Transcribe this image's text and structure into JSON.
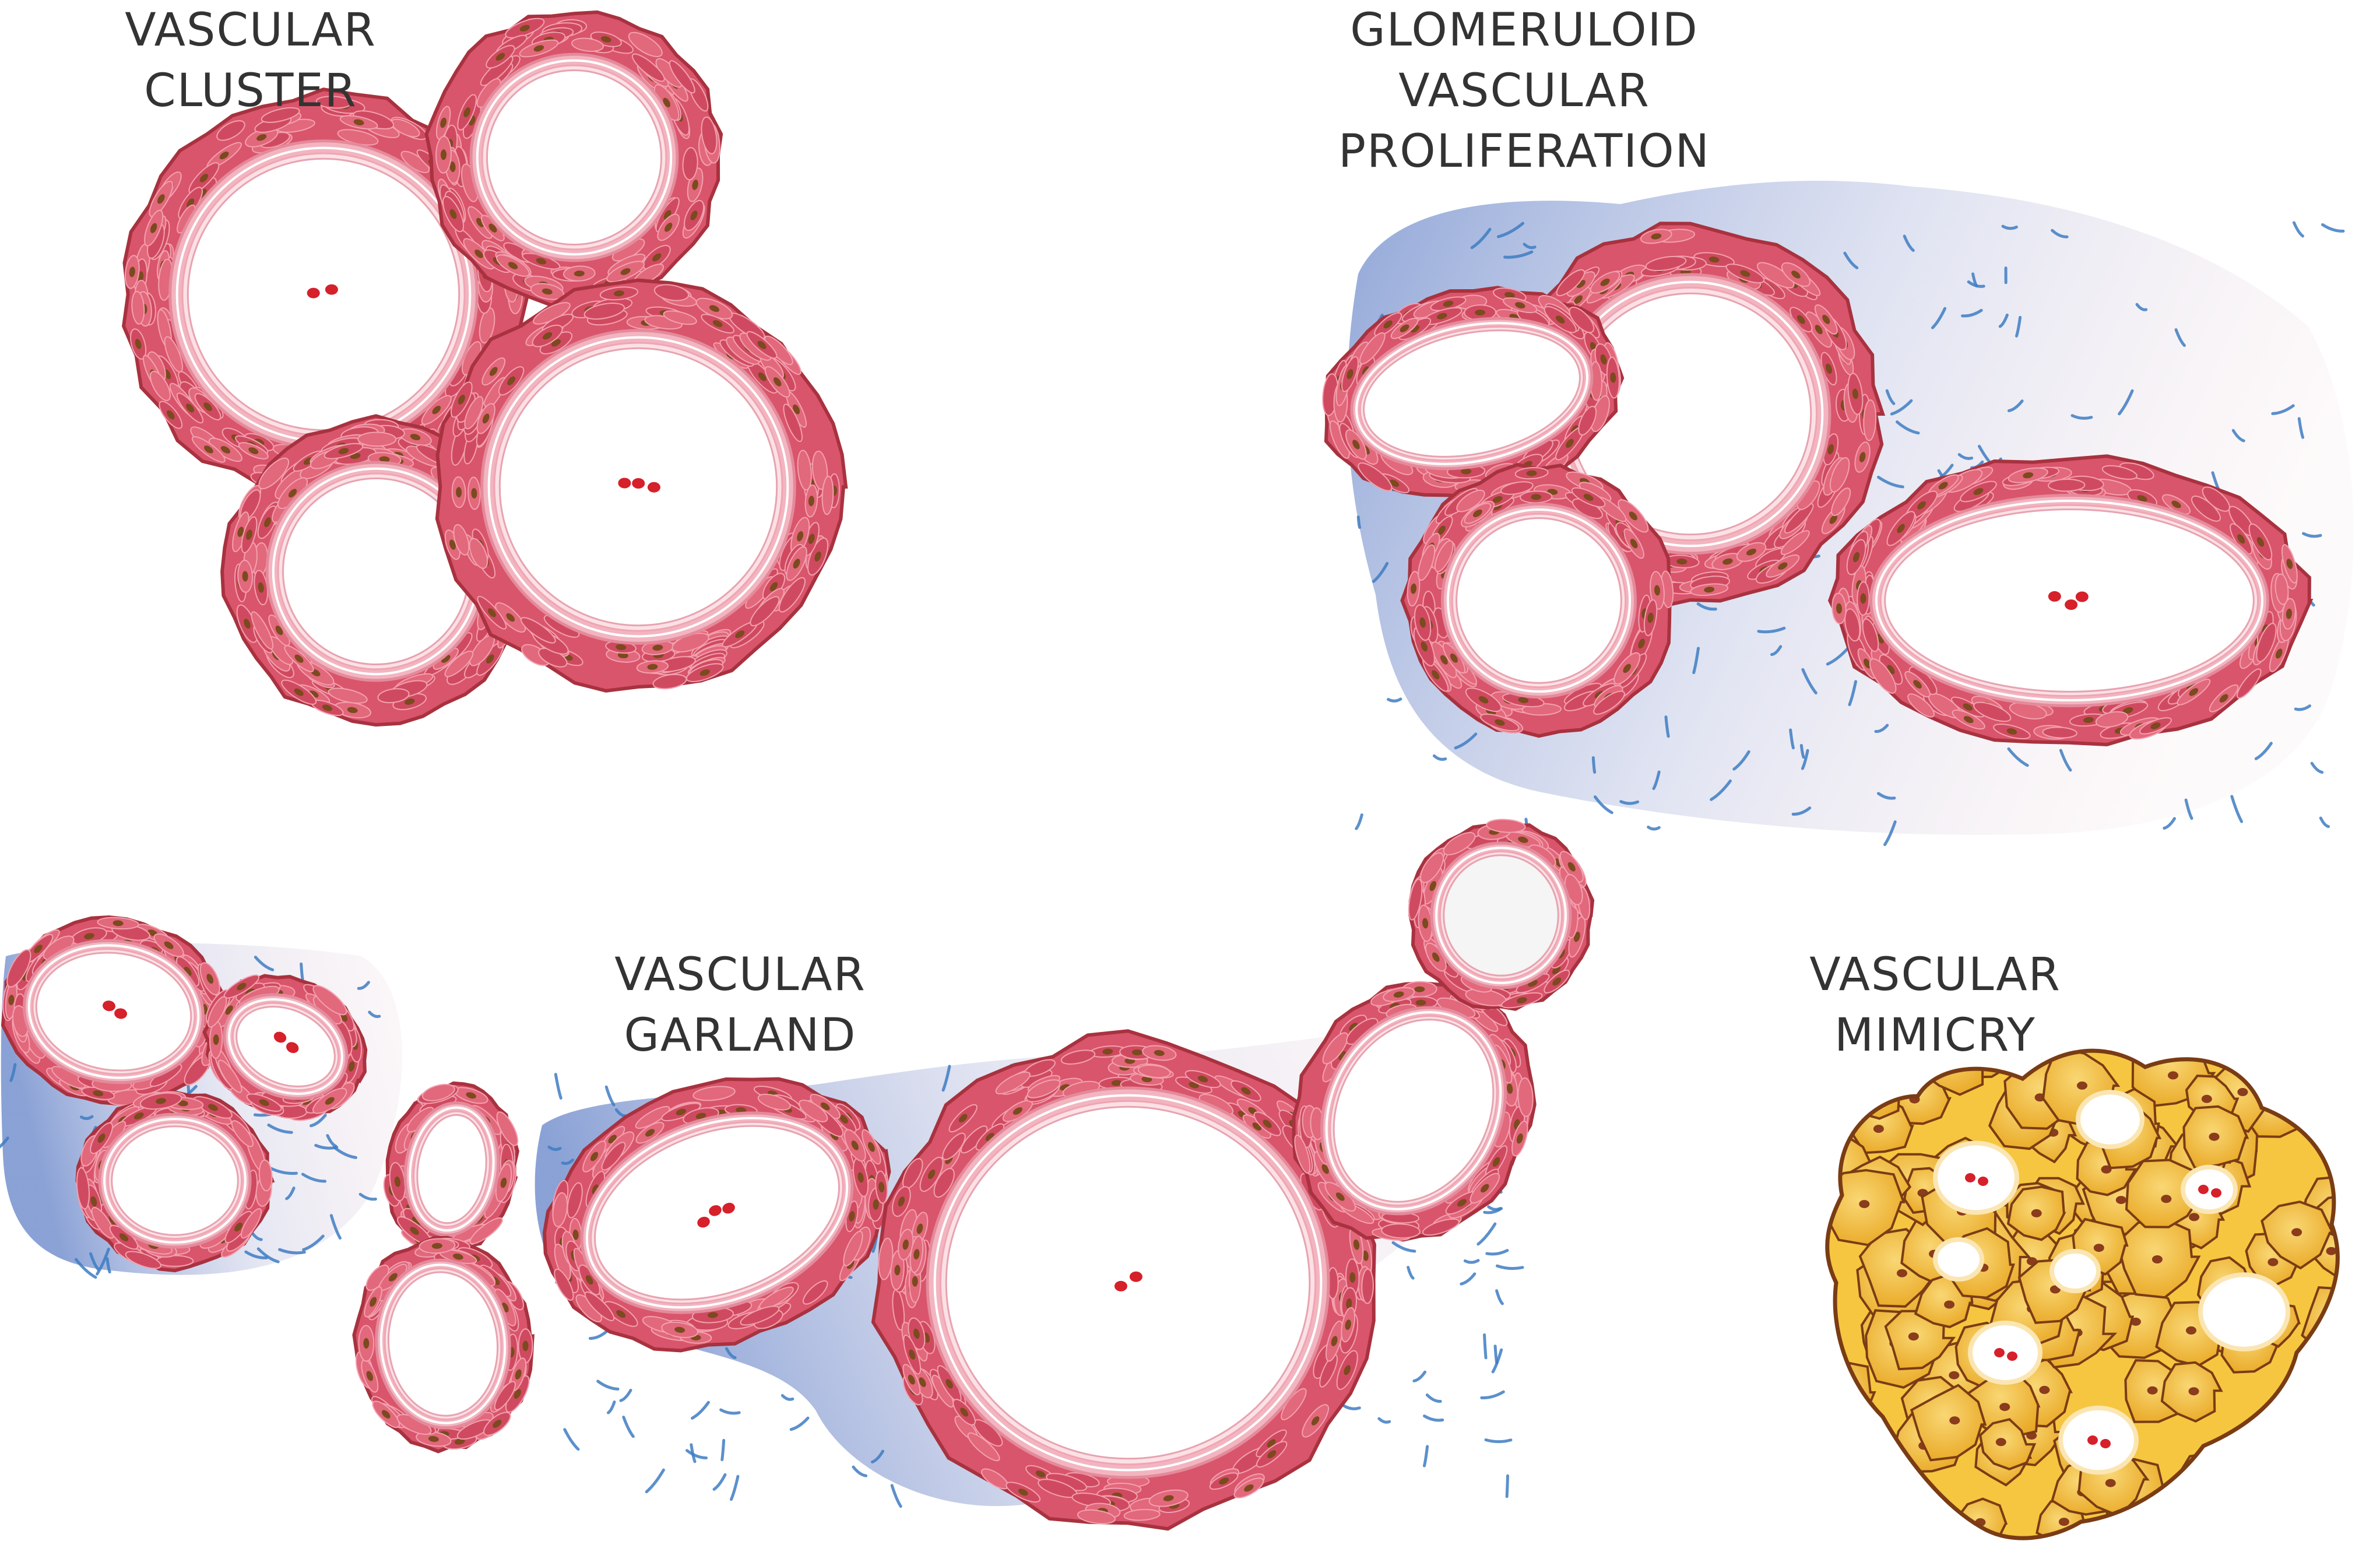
{
  "colors": {
    "vessel_wall": "#d9556b",
    "vessel_wall_dark": "#a8323f",
    "vessel_nucleus": "#7b4a1e",
    "intima": "#f2b5c0",
    "intima_inner": "#fbe1e6",
    "lumen": "#ffffff",
    "red_blood_cell": "#d6202a",
    "stroma_blue": "#7d97d1",
    "stroma_pink": "#f3dde2",
    "stroma_fiber": "#3e7cc2",
    "tumor_cell": "#f1b52c",
    "tumor_cell_outline": "#7a3c14",
    "tumor_nucleus": "#8a3c1c",
    "label_text": "#333333"
  },
  "labels": {
    "vascular_cluster": [
      "VASCULAR",
      "CLUSTER"
    ],
    "glomeruloid": [
      "GLOMERULOID",
      "VASCULAR",
      "PROLIFERATION"
    ],
    "vascular_garland": [
      "VASCULAR",
      "GARLAND"
    ],
    "vascular_mimicry": [
      "VASCULAR",
      "MIMICRY"
    ]
  },
  "panels": [
    {
      "name": "vascular-cluster",
      "vessel_count": 4,
      "stroma": false
    },
    {
      "name": "glomeruloid-vascular-proliferation",
      "vessel_count": 4,
      "stroma": true
    },
    {
      "name": "vascular-garland",
      "vessel_count": 8,
      "stroma": true
    },
    {
      "name": "vascular-mimicry",
      "vessel_count": 0,
      "stroma": false
    }
  ]
}
